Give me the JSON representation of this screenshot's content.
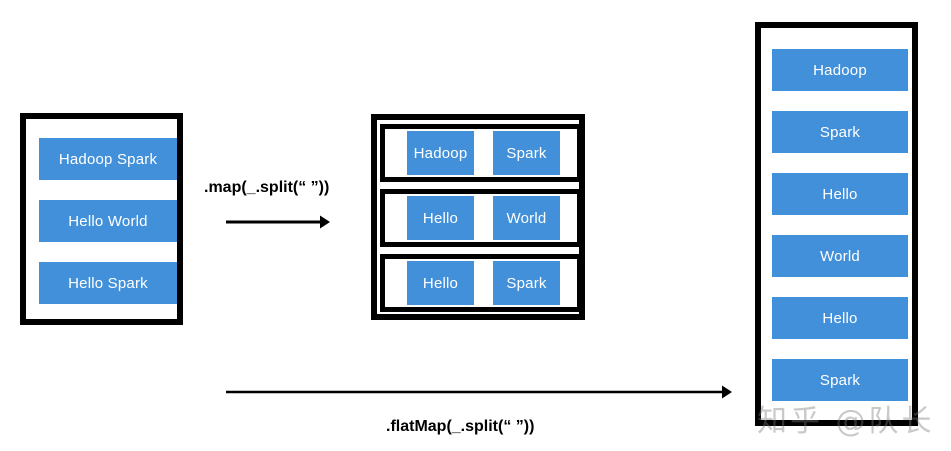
{
  "diagram": {
    "title": "Spark map vs flatMap transformation",
    "accent_color": "#4290d9",
    "frame_color": "#000000",
    "background_color": "#ffffff"
  },
  "source_collection": {
    "name": "source-lines",
    "items": [
      {
        "label": "Hadoop Spark"
      },
      {
        "label": "Hello World"
      },
      {
        "label": "Hello Spark"
      }
    ]
  },
  "mapped_collection": {
    "name": "mapped-arrays",
    "rows": [
      {
        "cells": [
          {
            "label": "Hadoop"
          },
          {
            "label": "Spark"
          }
        ]
      },
      {
        "cells": [
          {
            "label": "Hello"
          },
          {
            "label": "World"
          }
        ]
      },
      {
        "cells": [
          {
            "label": "Hello"
          },
          {
            "label": "Spark"
          }
        ]
      }
    ]
  },
  "flattened_collection": {
    "name": "flattened-words",
    "items": [
      {
        "label": "Hadoop"
      },
      {
        "label": "Spark"
      },
      {
        "label": "Hello"
      },
      {
        "label": "World"
      },
      {
        "label": "Hello"
      },
      {
        "label": "Spark"
      }
    ]
  },
  "operations": {
    "map": {
      "label": ".map(_.split(“ ”))",
      "arrow": "arrow-right-icon"
    },
    "flatmap": {
      "label": ".flatMap(_.split(“ ”))",
      "arrow": "arrow-right-icon"
    }
  },
  "watermark": {
    "text": "知乎 @队长"
  }
}
